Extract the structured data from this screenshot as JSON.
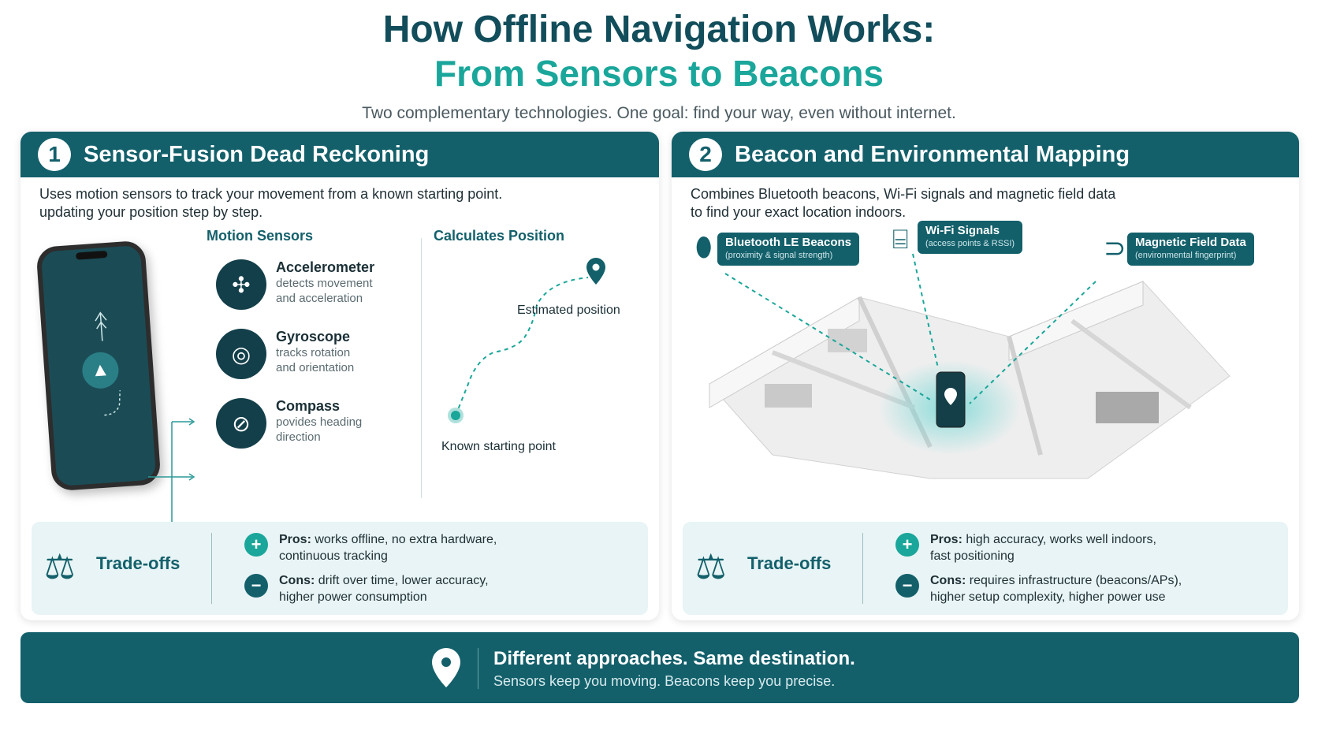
{
  "header": {
    "title_line1": "How Offline Navigation Works:",
    "title_line2": "From Sensors to Beacons",
    "subtitle": "Two complementary technologies. One goal: find your way, even without internet."
  },
  "left": {
    "number": "1",
    "title": "Sensor-Fusion Dead Reckoning",
    "desc_line1": "Uses motion sensors to track your movement from a known starting point.",
    "desc_line2": "updating your position step by step.",
    "motion_label": "Motion Sensors",
    "calc_label": "Calculates Position",
    "sensors": [
      {
        "name": "Accelerometer",
        "desc_line1": "detects movement",
        "desc_line2": "and acceleration",
        "icon": "axes-icon"
      },
      {
        "name": "Gyroscope",
        "desc_line1": "tracks rotation",
        "desc_line2": "and orientation",
        "icon": "gyroscope-icon"
      },
      {
        "name": "Compass",
        "desc_line1": "povides heading",
        "desc_line2": "direction",
        "icon": "compass-icon"
      }
    ],
    "estimated_label": "Estimated position",
    "start_label": "Known starting point",
    "tradeoffs_label": "Trade-offs",
    "pros_label": "Pros:",
    "pros_line1": " works offline, no extra hardware,",
    "pros_line2": "continuous tracking",
    "cons_label": "Cons:",
    "cons_line1": " drift over time, lower accuracy,",
    "cons_line2": "higher power consumption"
  },
  "right": {
    "number": "2",
    "title": "Beacon and Environmental Mapping",
    "desc_line1": "Combines Bluetooth beacons, Wi-Fi signals and magnetic field data",
    "desc_line2": "to find your exact location indoors.",
    "tags": [
      {
        "title": "Bluetooth LE Beacons",
        "sub": "(proximity & signal strength)"
      },
      {
        "title": "Wi-Fi Signals",
        "sub": "(access points & RSSI)"
      },
      {
        "title": "Magnetic Field Data",
        "sub": "(environmental fingerprint)"
      }
    ],
    "tradeoffs_label": "Trade-offs",
    "pros_label": "Pros:",
    "pros_line1": " high accuracy, works well indoors,",
    "pros_line2": "fast positioning",
    "cons_label": "Cons:",
    "cons_line1": " requires infrastructure (beacons/APs),",
    "cons_line2": "higher setup complexity, higher power use"
  },
  "footer": {
    "title": "Different approaches. Same destination.",
    "subtitle": "Sensors keep you moving. Beacons keep you precise."
  },
  "colors": {
    "primary": "#13606b",
    "accent": "#1aa69a",
    "title": "#124d5b"
  }
}
